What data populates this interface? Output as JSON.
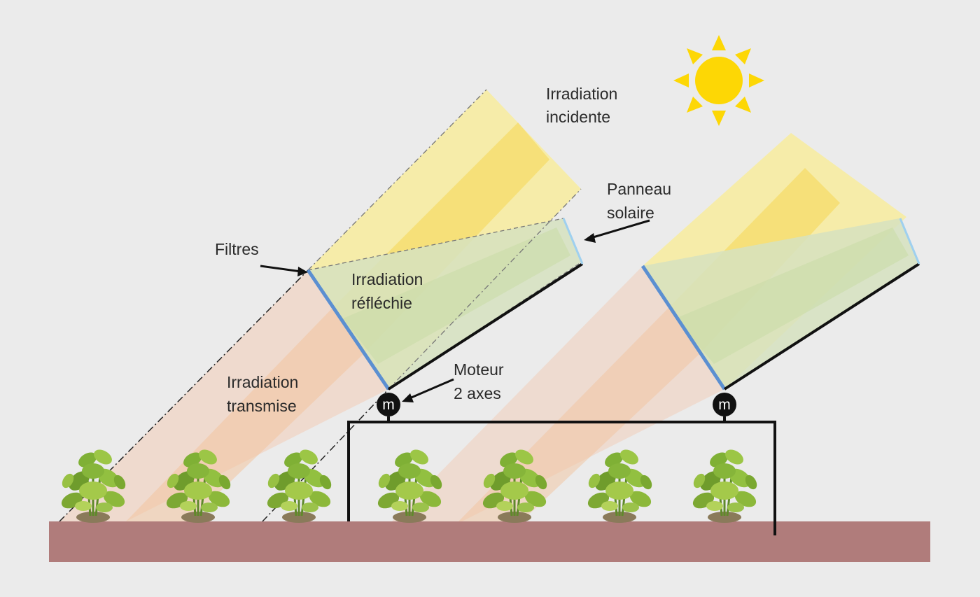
{
  "labels": {
    "incident_1": "Irradiation",
    "incident_2": "incidente",
    "panel_1": "Panneau",
    "panel_2": "solaire",
    "filters": "Filtres",
    "reflected_1": "Irradiation",
    "reflected_2": "réfléchie",
    "transmitted_1": "Irradiation",
    "transmitted_2": "transmise",
    "motor_1": "Moteur",
    "motor_2": "2 axes"
  },
  "motor_symbol": "m",
  "colors": {
    "background": "#ebebeb",
    "ground": "#b07c7b",
    "sun": "#fdd705",
    "incident_beam": "#fbe888",
    "transmitted_beam": "#f4c8a2",
    "reflected_beam": "#d8e6bf",
    "filter": "#5b8fd1",
    "panel_edge": "#9fd0ef",
    "structure": "#111111"
  },
  "icons": [
    "sun-icon",
    "plant-icon",
    "motor-icon"
  ]
}
